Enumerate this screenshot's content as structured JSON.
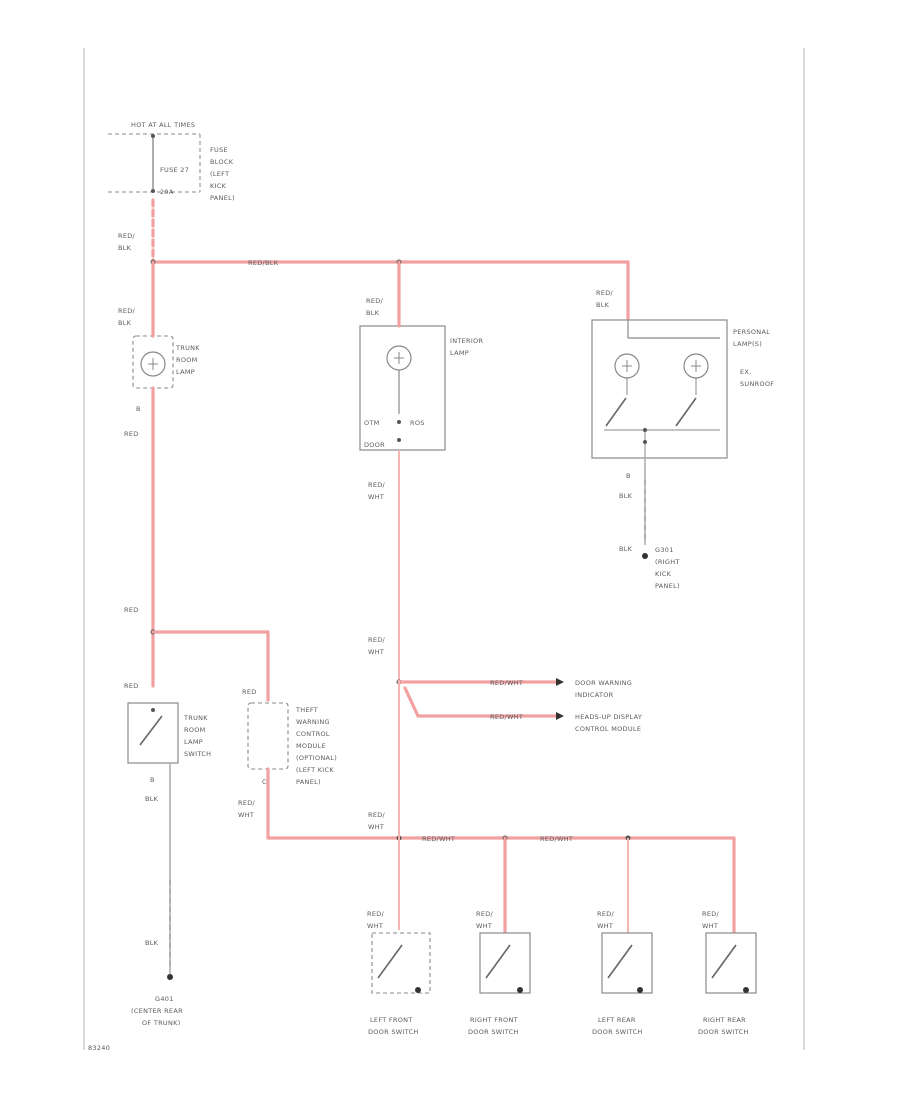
{
  "source": {
    "hot_at": "HOT AT ALL TIMES",
    "fuse": "FUSE 27",
    "fuse_rating": "20A",
    "fuse_block": [
      "FUSE",
      "BLOCK",
      "(LEFT",
      "KICK",
      "PANEL)"
    ]
  },
  "wires": {
    "red_blk": [
      "RED/",
      "BLK"
    ],
    "red_blk_main": "RED/BLK",
    "red": "RED",
    "red_wht": [
      "RED/",
      "WHT"
    ],
    "red_wht_inline": "RED/WHT",
    "blk": "BLK"
  },
  "trunk_lamp": [
    "TRUNK",
    "ROOM",
    "LAMP"
  ],
  "trunk_lamp_terminal": "B",
  "interior_lamp": [
    "INTERIOR",
    "LAMP"
  ],
  "interior_lamp_sw": {
    "left": "OTM",
    "right": "ROS",
    "bottom": "DOOR"
  },
  "personal_lamps": [
    "PERSONAL",
    "LAMP(S)"
  ],
  "personal_note": [
    "EX.",
    "SUNROOF"
  ],
  "personal_terminal": "B",
  "ground_g301": [
    "G301",
    "(RIGHT",
    "KICK",
    "PANEL)"
  ],
  "ground_g401": [
    "G401",
    "(CENTER REAR",
    "OF TRUNK)"
  ],
  "door_warning": [
    "DOOR WARNING",
    "INDICATOR"
  ],
  "heads_up": [
    "HEADS-UP DISPLAY",
    "CONTROL MODULE"
  ],
  "trunk_switch": [
    "TRUNK",
    "ROOM",
    "LAMP",
    "SWITCH"
  ],
  "trunk_switch_terminal": "B",
  "theft": [
    "THEFT",
    "WARNING",
    "CONTROL",
    "MODULE",
    "(OPTIONAL)",
    "(LEFT KICK",
    "PANEL)"
  ],
  "theft_terminal": "C",
  "door_switches": [
    [
      "LEFT FRONT",
      "DOOR SWITCH"
    ],
    [
      "RIGHT FRONT",
      "DOOR SWITCH"
    ],
    [
      "LEFT REAR",
      "DOOR SWITCH"
    ],
    [
      "RIGHT REAR",
      "DOOR SWITCH"
    ]
  ],
  "footer_code": "83240"
}
